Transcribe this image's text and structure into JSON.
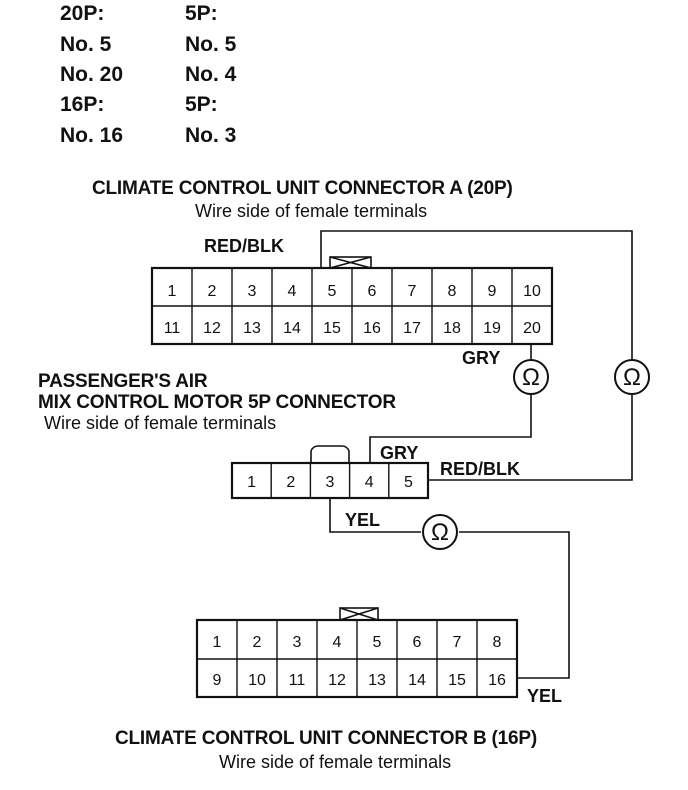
{
  "pin_table": [
    {
      "left": "20P:",
      "right": "5P:"
    },
    {
      "left": "No. 5",
      "right": "No. 5"
    },
    {
      "left": "No. 20",
      "right": "No. 4"
    },
    {
      "left": "16P:",
      "right": "5P:"
    },
    {
      "left": "No. 16",
      "right": "No. 3"
    }
  ],
  "connector_a": {
    "title": "CLIMATE CONTROL UNIT CONNECTOR A (20P)",
    "subtitle": "Wire side of female terminals",
    "row1": [
      "1",
      "2",
      "3",
      "4",
      "5",
      "6",
      "7",
      "8",
      "9",
      "10"
    ],
    "row2": [
      "11",
      "12",
      "13",
      "14",
      "15",
      "16",
      "17",
      "18",
      "19",
      "20"
    ]
  },
  "motor_connector": {
    "title_line1": "PASSENGER'S AIR",
    "title_line2": "MIX CONTROL MOTOR 5P CONNECTOR",
    "subtitle": "Wire side of female terminals",
    "pins": [
      "1",
      "2",
      "3",
      "4",
      "5"
    ]
  },
  "connector_b": {
    "title": "CLIMATE CONTROL UNIT CONNECTOR B (16P)",
    "subtitle": "Wire side of female terminals",
    "row1": [
      "1",
      "2",
      "3",
      "4",
      "5",
      "6",
      "7",
      "8"
    ],
    "row2": [
      "9",
      "10",
      "11",
      "12",
      "13",
      "14",
      "15",
      "16"
    ]
  },
  "wire_labels": {
    "red_blk_a": "RED/BLK",
    "gry_a": "GRY",
    "gry_motor": "GRY",
    "red_blk_motor": "RED/BLK",
    "yel_motor": "YEL",
    "yel_b": "YEL"
  },
  "meter_symbol": "Ω"
}
